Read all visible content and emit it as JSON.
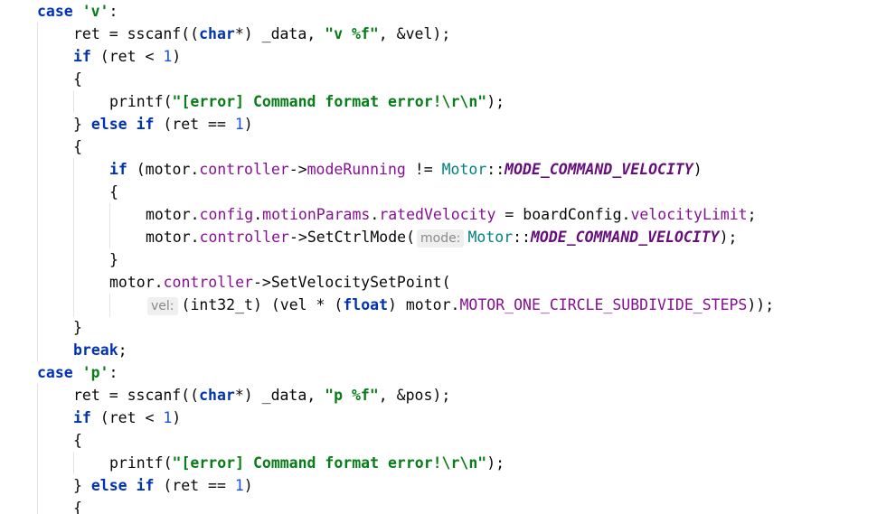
{
  "code": {
    "l1": {
      "kw": "case",
      "char": "'v'",
      "colon": ":"
    },
    "l2": {
      "a": "ret = sscanf((",
      "kw": "char",
      "b": "*) _data, ",
      "str": "\"v %f\"",
      "c": ", &vel);"
    },
    "l3": {
      "kw": "if",
      "a": " (ret < ",
      "num": "1",
      "b": ")"
    },
    "l4": {
      "a": "{"
    },
    "l5": {
      "a": "printf(",
      "str": "\"[error] Command format error!\\r\\n\"",
      "b": ");"
    },
    "l6": {
      "a": "} ",
      "kw1": "else",
      "sp": " ",
      "kw2": "if",
      "b": " (ret == ",
      "num": "1",
      "c": ")"
    },
    "l7": {
      "a": "{"
    },
    "l8": {
      "kw": "if",
      "a": " (motor.",
      "fld1": "controller",
      "b": "->",
      "fld2": "modeRunning",
      "c": " != ",
      "cls": "Motor",
      "d": "::",
      "enm": "MODE_COMMAND_VELOCITY",
      "e": ")"
    },
    "l9": {
      "a": "{"
    },
    "l10": {
      "a": "motor.",
      "fld1": "config",
      "b": ".",
      "fld2": "motionParams",
      "c": ".",
      "fld3": "ratedVelocity",
      "d": " = boardConfig.",
      "fld4": "velocityLimit",
      "e": ";"
    },
    "l11": {
      "a": "motor.",
      "fld1": "controller",
      "b": "->SetCtrlMode(",
      "hint": "mode:",
      "cls": "Motor",
      "c": "::",
      "enm": "MODE_COMMAND_VELOCITY",
      "d": ");"
    },
    "l12": {
      "a": "}"
    },
    "l13": {
      "a": "motor.",
      "fld1": "controller",
      "b": "->SetVelocitySetPoint("
    },
    "l14": {
      "hint": "vel:",
      "a": "(int32_t) (vel * (",
      "kw": "float",
      "b": ") motor.",
      "fld": "MOTOR_ONE_CIRCLE_SUBDIVIDE_STEPS",
      "c": "));"
    },
    "l15": {
      "a": "}"
    },
    "l16": {
      "kw": "break",
      "a": ";"
    },
    "l17": {
      "kw": "case",
      "char": "'p'",
      "colon": ":"
    },
    "l18": {
      "a": "ret = sscanf((",
      "kw": "char",
      "b": "*) _data, ",
      "str": "\"p %f\"",
      "c": ", &pos);"
    },
    "l19": {
      "kw": "if",
      "a": " (ret < ",
      "num": "1",
      "b": ")"
    },
    "l20": {
      "a": "{"
    },
    "l21": {
      "a": "printf(",
      "str": "\"[error] Command format error!\\r\\n\"",
      "b": ");"
    },
    "l22": {
      "a": "} ",
      "kw1": "else",
      "sp": " ",
      "kw2": "if",
      "b": " (ret == ",
      "num": "1",
      "c": ")"
    },
    "l23": {
      "a": "{"
    }
  },
  "colors": {
    "keyword": "#0033b3",
    "string": "#067d17",
    "number": "#1750eb",
    "field": "#871094",
    "class": "#008080",
    "enum_constant": "#660e7a",
    "hint_bg": "#efefef"
  }
}
